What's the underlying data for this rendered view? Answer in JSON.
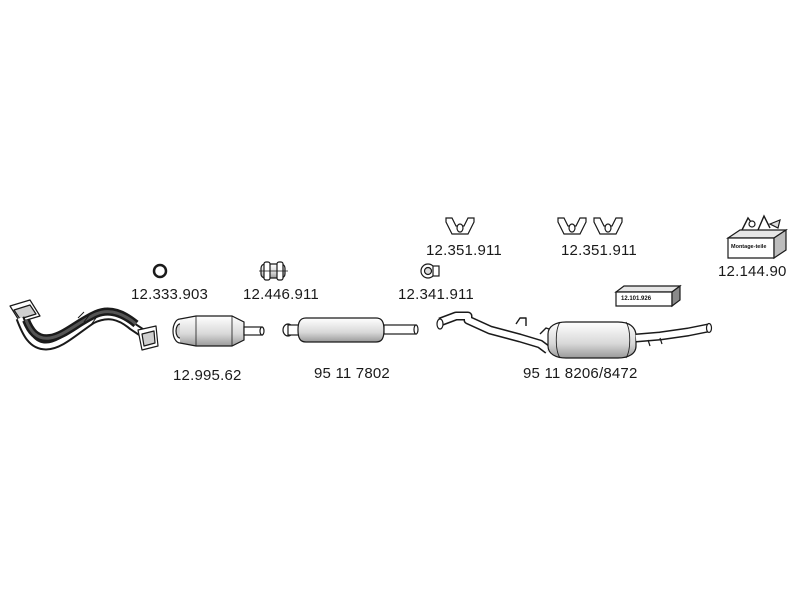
{
  "labels": {
    "ring_seal": "12.333.903",
    "clamp_double": "12.446.911",
    "clamp_single": "12.341.911",
    "hanger_left": "12.351.911",
    "hanger_right": "12.351.911",
    "mounting_kit": "12.144.90",
    "catalytic_converter": "12.995.62",
    "middle_silencer": "95 11 7802",
    "rear_silencer": "95 11 8206/8472",
    "sticker_box": "12.101.926",
    "mounting_kit_box": "Montage-teile"
  },
  "colors": {
    "ink": "#1a1a1a",
    "part_fill": "#ffffff",
    "part_shade": "#bdbdbd",
    "dark": "#222222"
  }
}
